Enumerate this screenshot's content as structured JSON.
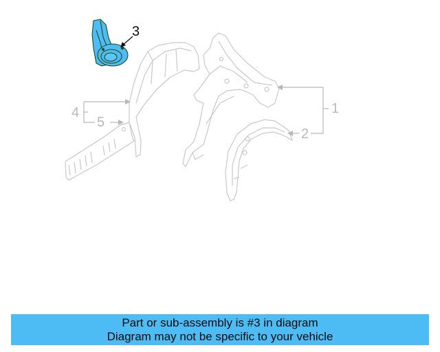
{
  "diagram": {
    "highlight_color": "#4dbcf4",
    "outline_color": "#c8c8c8",
    "callouts": [
      {
        "id": "1",
        "label": "1",
        "highlighted": false
      },
      {
        "id": "2",
        "label": "2",
        "highlighted": false
      },
      {
        "id": "3",
        "label": "3",
        "highlighted": true
      },
      {
        "id": "4",
        "label": "4",
        "highlighted": false
      },
      {
        "id": "5",
        "label": "5",
        "highlighted": false
      }
    ]
  },
  "banner": {
    "line1": "Part or sub-assembly is #3 in diagram",
    "line2": "Diagram may not be specific to your vehicle",
    "background": "#4dbcf4"
  }
}
